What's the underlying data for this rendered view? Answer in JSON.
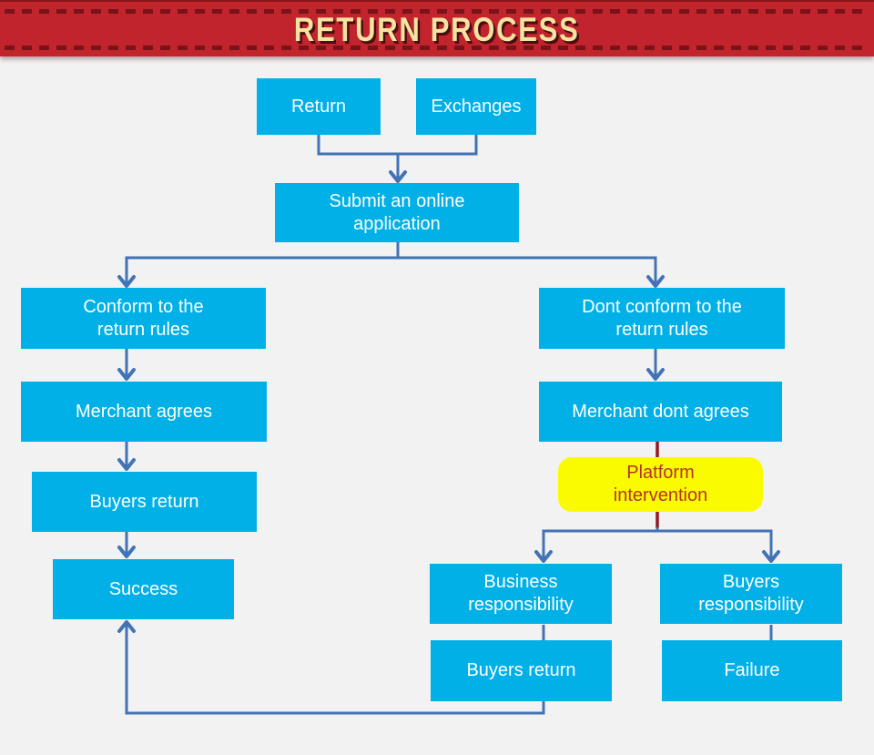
{
  "header": {
    "title": "RETURN PROCESS"
  },
  "colors": {
    "banner_red": "#c1242c",
    "banner_red_dark": "#8a161b",
    "banner_dash": "#7a1317",
    "title_gold": "#f5e3a1",
    "title_shadow": "#4a0e10",
    "node_cyan": "#00b0e6",
    "node_text": "#ffffff",
    "connector_blue": "#4273b4",
    "connector_dark_red": "#8e1b24",
    "highlight_yellow": "#fbfb00",
    "highlight_text": "#b5342a",
    "background": "#f2f2f3"
  },
  "nodes": {
    "return": {
      "label": "Return"
    },
    "exchanges": {
      "label": "Exchanges"
    },
    "submit": {
      "label": "Submit an online\napplication"
    },
    "conform": {
      "label": "Conform to the\nreturn rules"
    },
    "dont_conform": {
      "label": "Dont conform to the\nreturn rules"
    },
    "merchant_agrees": {
      "label": "Merchant agrees"
    },
    "merchant_dont_agrees": {
      "label": "Merchant dont agrees"
    },
    "platform_intervention": {
      "label": "Platform\nintervention"
    },
    "buyers_return_left": {
      "label": "Buyers return"
    },
    "success": {
      "label": "Success"
    },
    "business_responsibility": {
      "label": "Business\nresponsibility"
    },
    "buyers_responsibility": {
      "label": "Buyers\nresponsibility"
    },
    "buyers_return_right": {
      "label": "Buyers return"
    },
    "failure": {
      "label": "Failure"
    }
  }
}
